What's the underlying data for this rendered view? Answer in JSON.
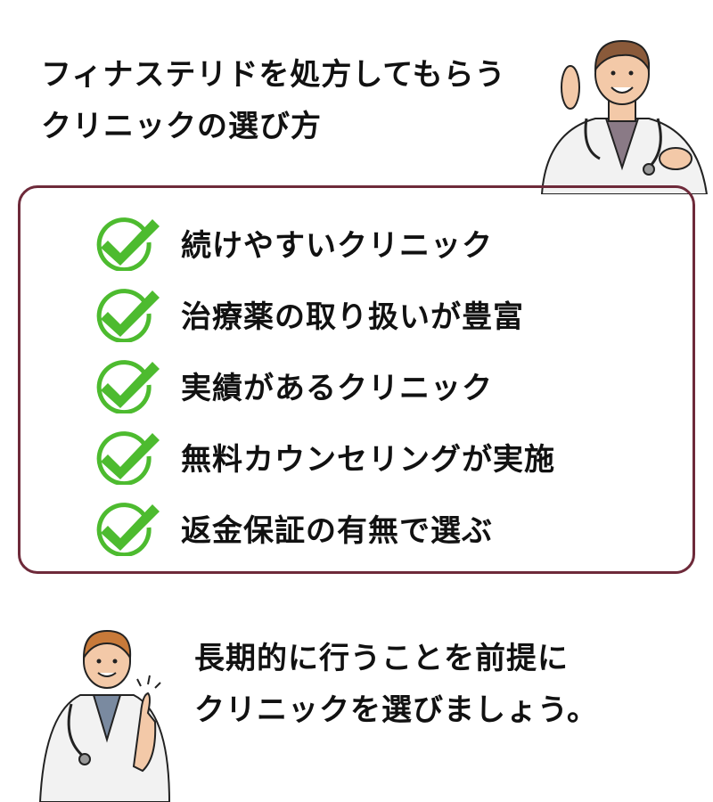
{
  "title": {
    "line1": "フィナステリドを処方してもらう",
    "line2": "クリニックの選び方"
  },
  "checklist": [
    {
      "label": "続けやすいクリニック"
    },
    {
      "label": "治療薬の取り扱いが豊富"
    },
    {
      "label": "実績があるクリニック"
    },
    {
      "label": "無料カウンセリングが実施"
    },
    {
      "label": "返金保証の有無で選ぶ"
    }
  ],
  "conclusion": {
    "line1": "長期的に行うことを前提に",
    "line2": "クリニックを選びましょう。"
  },
  "colors": {
    "check": "#4dbb2f",
    "border": "#6e2a3a"
  }
}
